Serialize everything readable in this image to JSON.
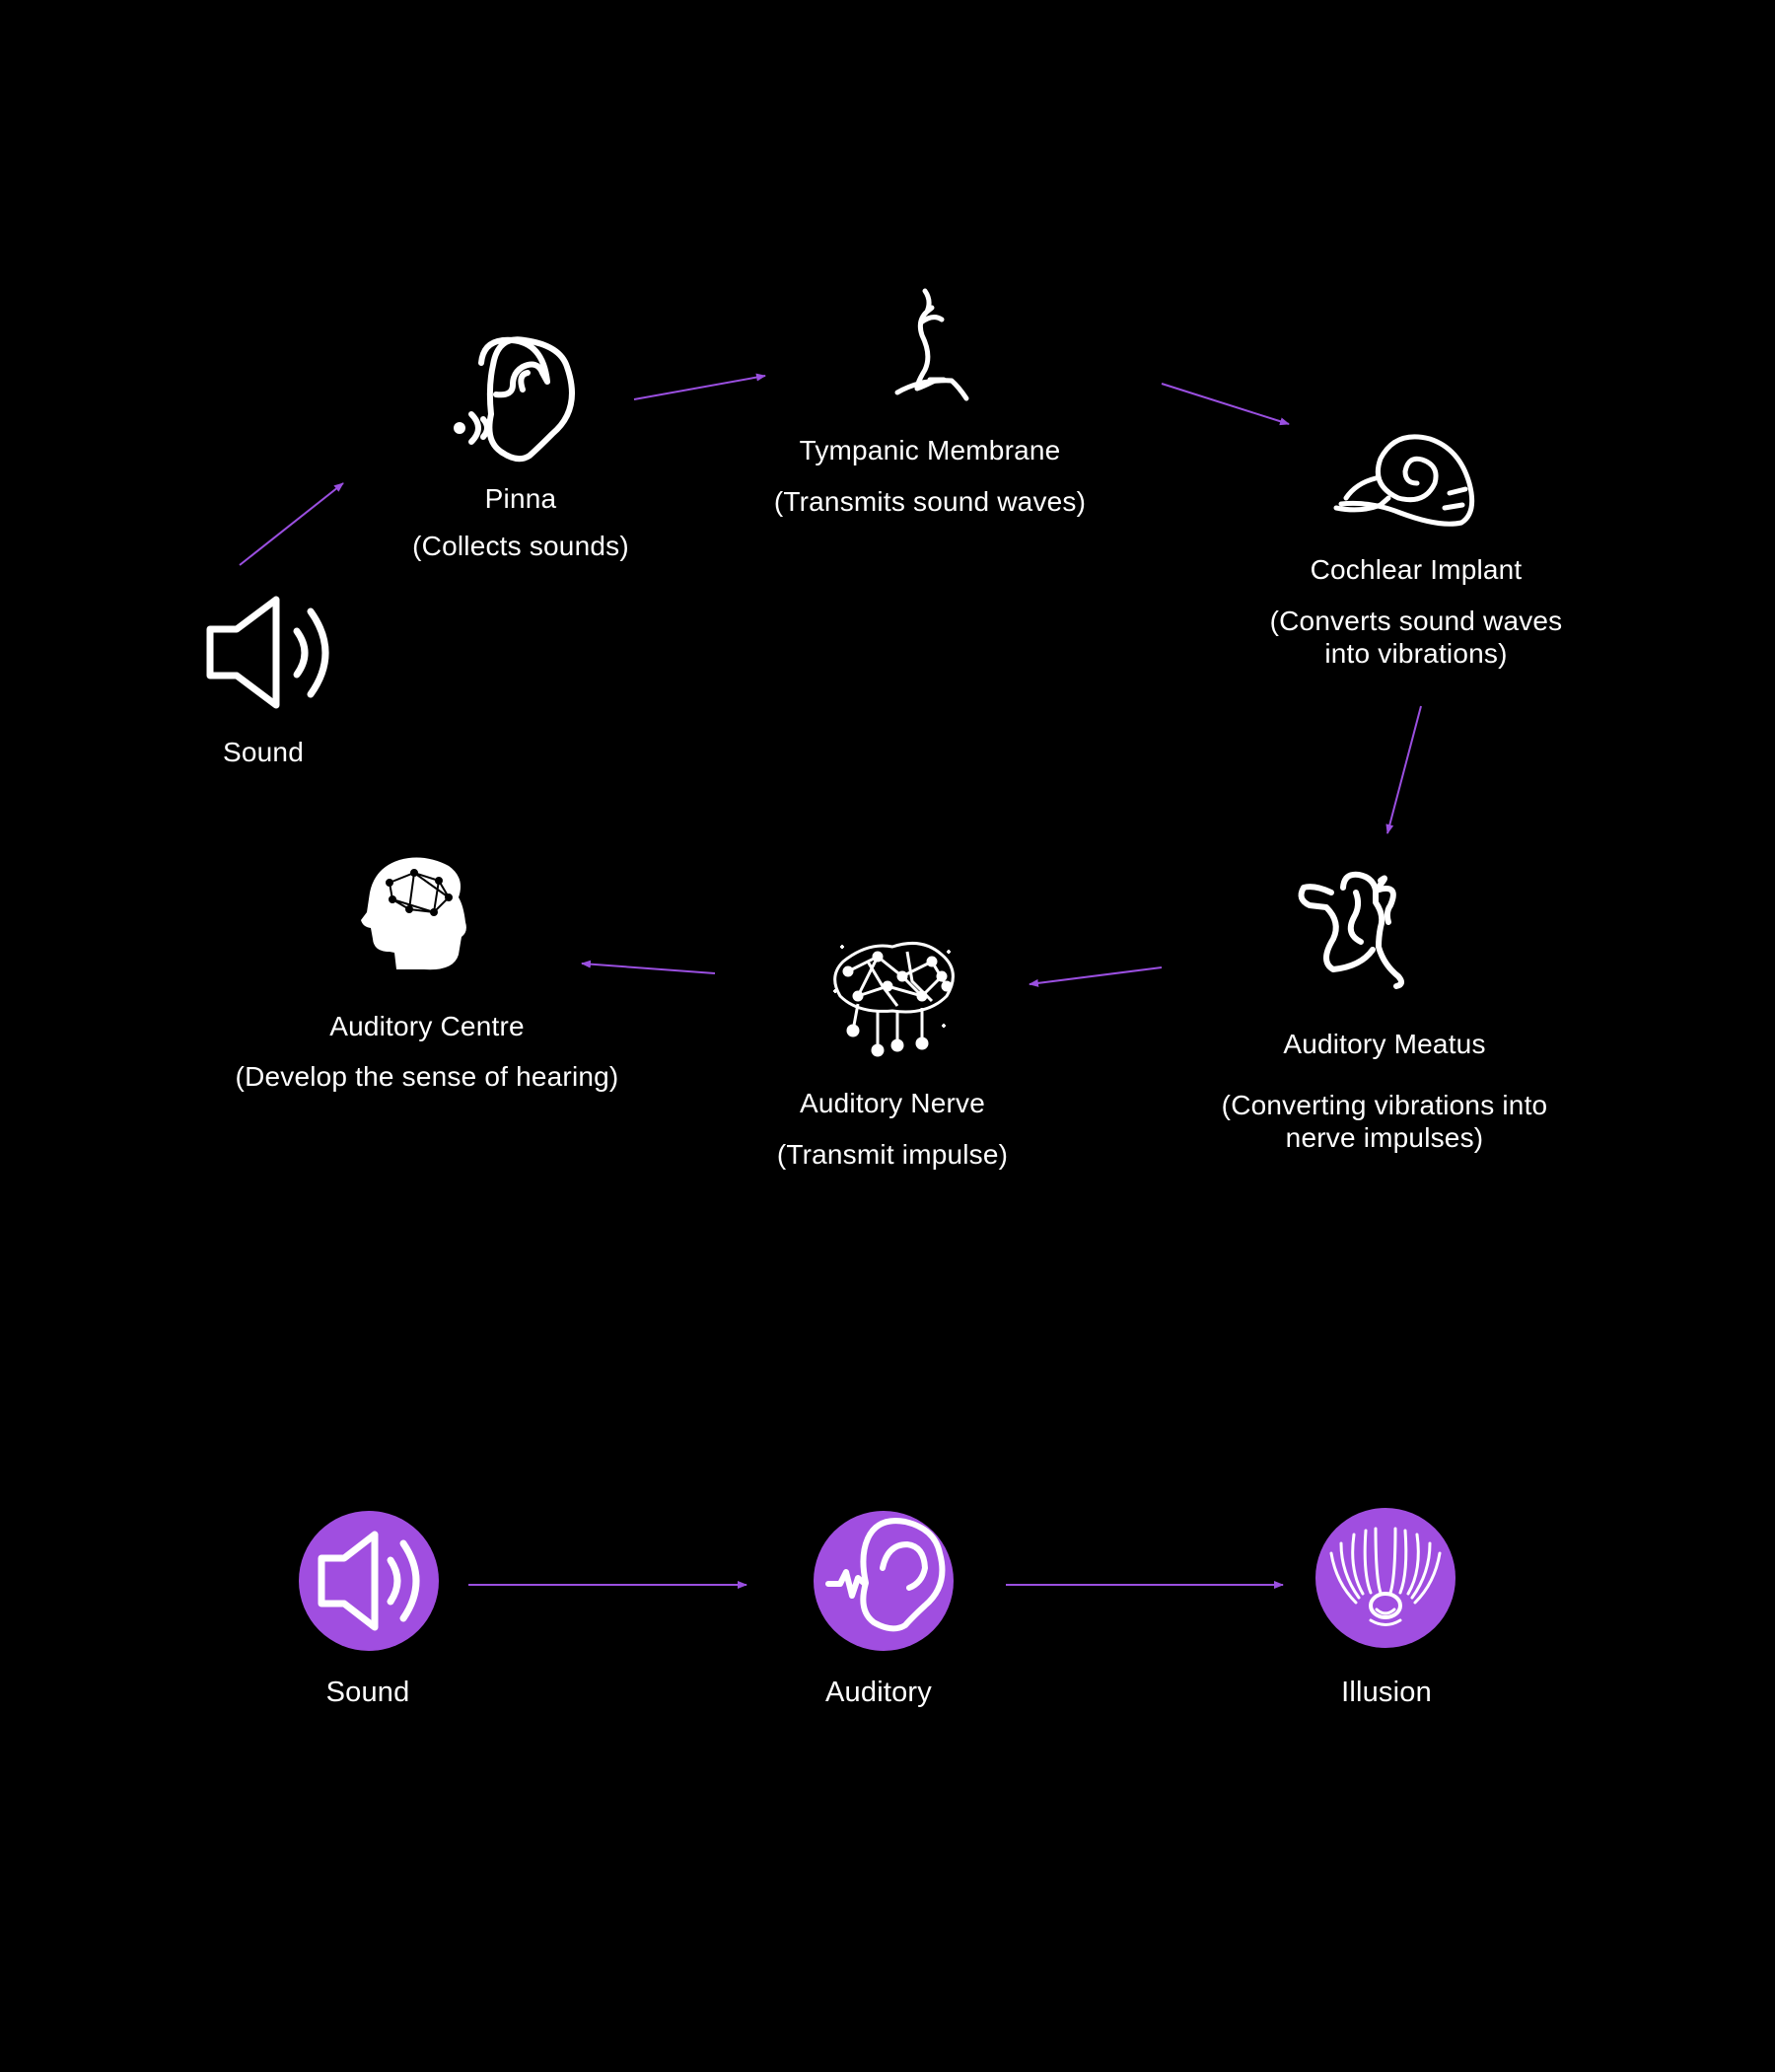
{
  "cycle": {
    "sound": {
      "title": "Sound",
      "icon": "speaker-icon"
    },
    "pinna": {
      "title": "Pinna",
      "desc": "(Collects sounds)",
      "icon": "ear-sound-icon"
    },
    "tympanic": {
      "title": "Tympanic Membrane",
      "desc": "(Transmits sound waves)",
      "icon": "tympanic-membrane-icon"
    },
    "cochlear": {
      "title": "Cochlear Implant",
      "desc": "(Converts sound waves\ninto vibrations)",
      "icon": "cochlea-snail-icon"
    },
    "meatus": {
      "title": "Auditory Meatus",
      "desc": "(Converting vibrations into\nnerve impulses)",
      "icon": "ear-canal-icon"
    },
    "nerve": {
      "title": "Auditory Nerve",
      "desc": "(Transmit impulse)",
      "icon": "neural-network-icon"
    },
    "centre": {
      "title": "Auditory Centre",
      "desc": "(Develop the sense of hearing)",
      "icon": "brain-head-icon"
    }
  },
  "summary": [
    {
      "label": "Sound",
      "icon": "speaker-icon"
    },
    {
      "label": "Auditory",
      "icon": "ear-wave-icon"
    },
    {
      "label": "Illusion",
      "icon": "illusion-face-icon"
    }
  ],
  "colors": {
    "background": "#000000",
    "arrow": "#9a4fe0",
    "circle": "#a04ee0",
    "text": "#ffffff"
  }
}
